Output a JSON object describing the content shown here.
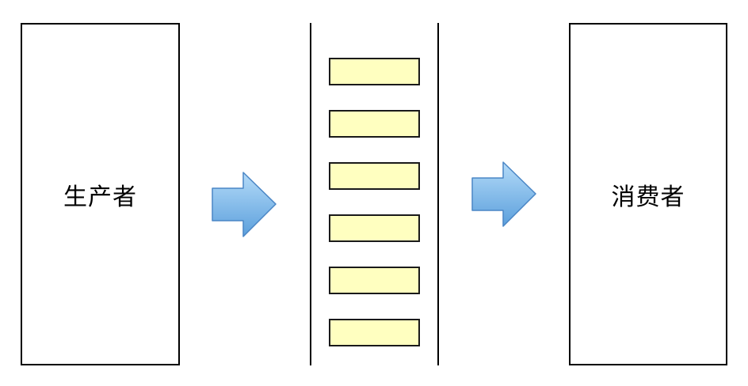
{
  "producer": {
    "label": "生产者"
  },
  "consumer": {
    "label": "消费者"
  },
  "queue": {
    "slot_count": 6
  },
  "colors": {
    "slot_fill": "#ffffc0",
    "arrow_light": "#a9d4f5",
    "arrow_dark": "#5fa1dd",
    "arrow_stroke": "#4a86c5"
  },
  "icons": {
    "flow_arrow": "right-arrow-icon"
  }
}
